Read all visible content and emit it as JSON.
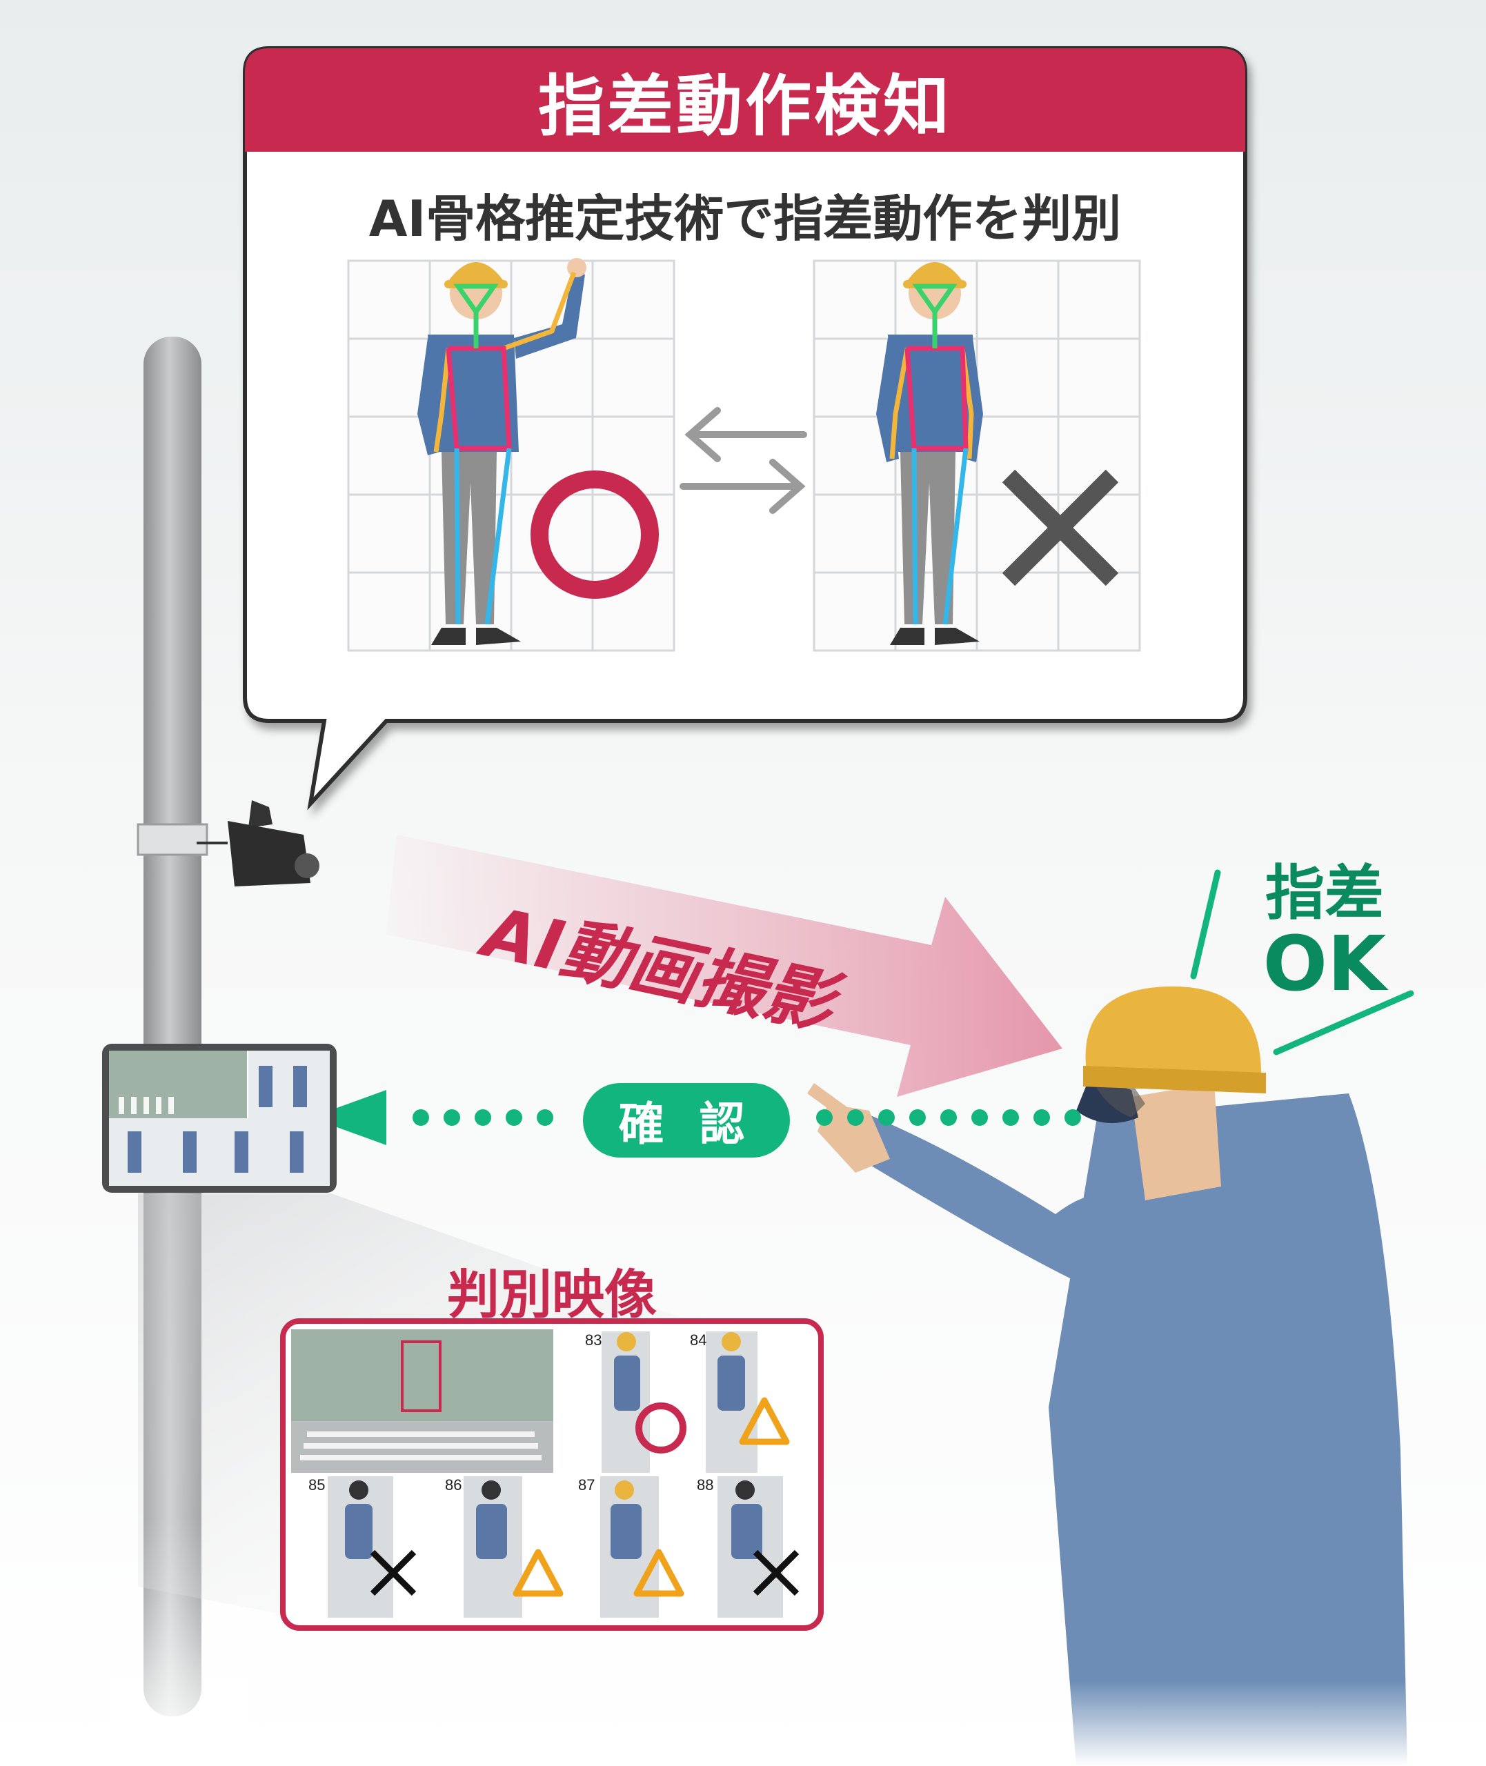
{
  "callout": {
    "title": "指差動作検知",
    "subtitle": "AI骨格推定技術で指差動作を判別",
    "good_mark": "○",
    "bad_mark": "×"
  },
  "flow": {
    "capture_label": "AI動画撮影",
    "confirm_label": "確 認"
  },
  "worker": {
    "status_line1": "指差",
    "status_line2": "OK"
  },
  "results": {
    "title": "判別映像",
    "cells": [
      {
        "num": "83",
        "mark": "○"
      },
      {
        "num": "84",
        "mark": "△"
      },
      {
        "num": "85",
        "mark": "×"
      },
      {
        "num": "86",
        "mark": "△"
      },
      {
        "num": "87",
        "mark": "△"
      },
      {
        "num": "88",
        "mark": "×"
      }
    ]
  },
  "colors": {
    "brand_red": "#c8294f",
    "confirm_green": "#12b57e",
    "ok_green": "#0a8a5f",
    "helmet_yellow": "#e9b53f",
    "shirt_blue": "#6d8db6",
    "skeleton_yellow": "#f4b63a",
    "skeleton_pink": "#e8306e",
    "skeleton_cyan": "#35b6e9",
    "skeleton_green": "#3ad36b"
  }
}
